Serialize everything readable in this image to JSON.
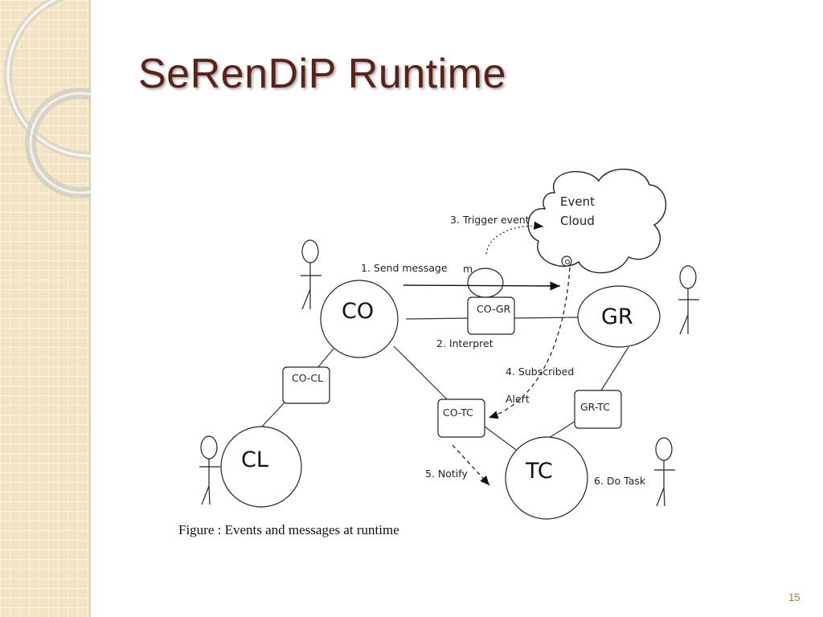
{
  "slide": {
    "title": "SeRenDiP Runtime",
    "page_number": "15",
    "caption": "Figure : Events and messages at runtime"
  },
  "colors": {
    "title": "#5a231a",
    "sidebar_base": "#f3e4c4",
    "page_number": "#a67a3b",
    "lines": "#333333"
  },
  "diagram": {
    "nodes": {
      "co": "CO",
      "gr": "GR",
      "cl": "CL",
      "tc": "TC"
    },
    "contracts": {
      "co_gr": "CO-GR",
      "co_cl": "CO-CL",
      "co_tc": "CO-TC",
      "gr_tc": "GR-TC"
    },
    "cloud": "Event\nCloud",
    "message": "m",
    "steps": {
      "send_message": "1. Send message",
      "interpret": "2. Interpret",
      "trigger_event": "3. Trigger event",
      "subscribed": "4. Subscribed",
      "alert": "Alert",
      "notify": "5. Notify",
      "do_task": "6. Do Task"
    }
  }
}
